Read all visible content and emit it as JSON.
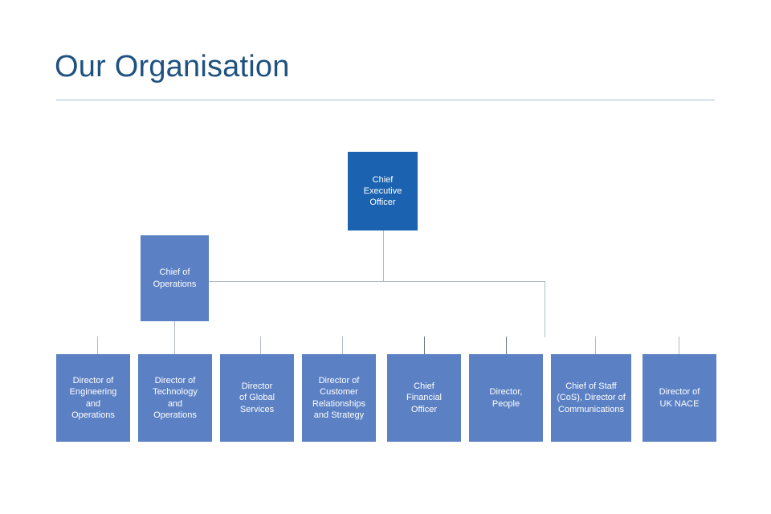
{
  "slide": {
    "title": "Our Organisation",
    "background_color": "#FFFFFF",
    "title_color": "#1F5280",
    "rule_color": "#A9BED3"
  },
  "palette": {
    "primary_box": "#1B62B0",
    "secondary_box": "#5B80C4",
    "connector": "#AFBCC6",
    "connector_dark": "#6E7B86",
    "box_text": "#FFFFFF"
  },
  "org_chart": {
    "type": "hierarchy",
    "root": {
      "id": "ceo",
      "label": "Chief\nExecutive\nOfficer",
      "level": 1,
      "style": "primary"
    },
    "level2": [
      {
        "id": "coo",
        "label": "Chief of\nOperations",
        "level": 2,
        "style": "secondary"
      }
    ],
    "level3": [
      {
        "id": "dir-eng-ops",
        "label": "Director of\nEngineering\nand\nOperations",
        "level": 3,
        "style": "secondary",
        "reports_to": "coo"
      },
      {
        "id": "dir-tech-ops",
        "label": "Director of\nTechnology\nand\nOperations",
        "level": 3,
        "style": "secondary",
        "reports_to": "coo"
      },
      {
        "id": "dir-global-services",
        "label": "Director\nof Global\nServices",
        "level": 3,
        "style": "secondary",
        "reports_to": "coo"
      },
      {
        "id": "dir-customer-rel",
        "label": "Director of\nCustomer\nRelationships\nand Strategy",
        "level": 3,
        "style": "secondary",
        "reports_to": "coo"
      },
      {
        "id": "cfo",
        "label": "Chief\nFinancial\nOfficer",
        "level": 3,
        "style": "secondary",
        "reports_to": "ceo"
      },
      {
        "id": "dir-people",
        "label": "Director,\nPeople",
        "level": 3,
        "style": "secondary",
        "reports_to": "ceo"
      },
      {
        "id": "cos-comms",
        "label": "Chief of Staff\n(CoS), Director of\nCommunications",
        "level": 3,
        "style": "secondary",
        "reports_to": "ceo"
      },
      {
        "id": "dir-uk-nace",
        "label": "Director of\nUK NACE",
        "level": 3,
        "style": "secondary",
        "reports_to": "ceo"
      }
    ]
  }
}
